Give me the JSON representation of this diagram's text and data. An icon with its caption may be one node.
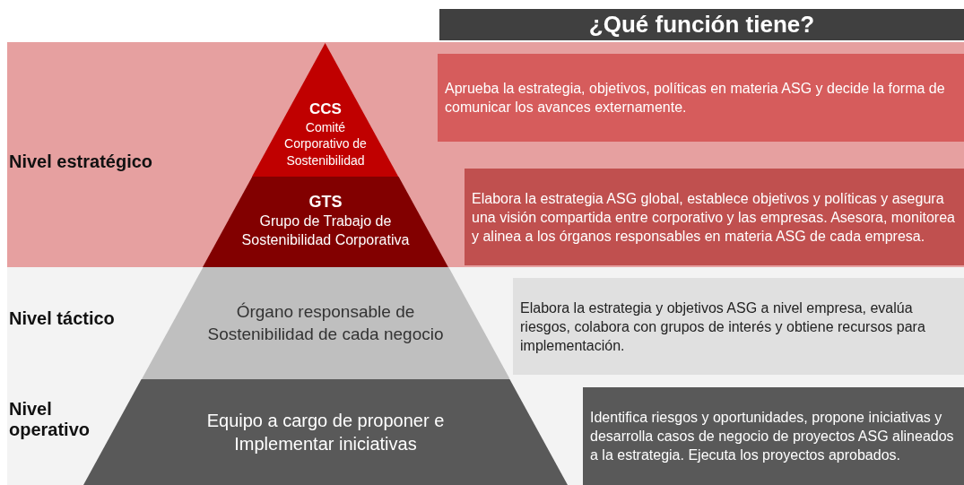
{
  "diagram": {
    "title": "¿Qué función tiene?",
    "nodes": [
      {
        "text": [
          "Nivel estratégico"
        ]
      },
      {
        "text": [
          "CCS",
          "Comité Corporativo de Sostenibilidad"
        ],
        "in": 0
      },
      {
        "text": [
          "GTS",
          "Grupo de Trabajo de Sostenibilidad Corporativa"
        ],
        "in": 0
      },
      {
        "text": [
          "Aprueba la estrategia, objetivos, políticas en materia ASG y decide la forma de comunicar los avances externamente."
        ],
        "in": 0
      },
      {
        "text": [
          "Elabora la estrategia ASG global, establece objetivos y políticas y asegura una visión compartida entre corporativo y las empresas. Asesora, monitorea y alinea a los órganos responsables en materia ASG de cada empresa."
        ],
        "in": 0
      },
      {
        "text": [
          "Nivel táctico"
        ]
      },
      {
        "text": [
          "Órgano responsable de Sostenibilidad de cada negocio"
        ],
        "in": 5
      },
      {
        "text": [
          "Elabora la estrategia y objetivos ASG a nivel empresa, evalúa riesgos, colabora con grupos de interés y obtiene recursos para implementación."
        ],
        "in": 5
      },
      {
        "text": [
          "Nivel operativo"
        ]
      },
      {
        "text": [
          "Equipo a cargo de proponer e Implementar iniciativas"
        ],
        "in": 8
      },
      {
        "text": [
          "Identifica riesgos y oportunidades, propone iniciativas y desarrolla casos de negocio de proyectos ASG alineados a la estrategia. Ejecuta los proyectos aprobados."
        ],
        "in": 8
      }
    ],
    "edges": []
  }
}
